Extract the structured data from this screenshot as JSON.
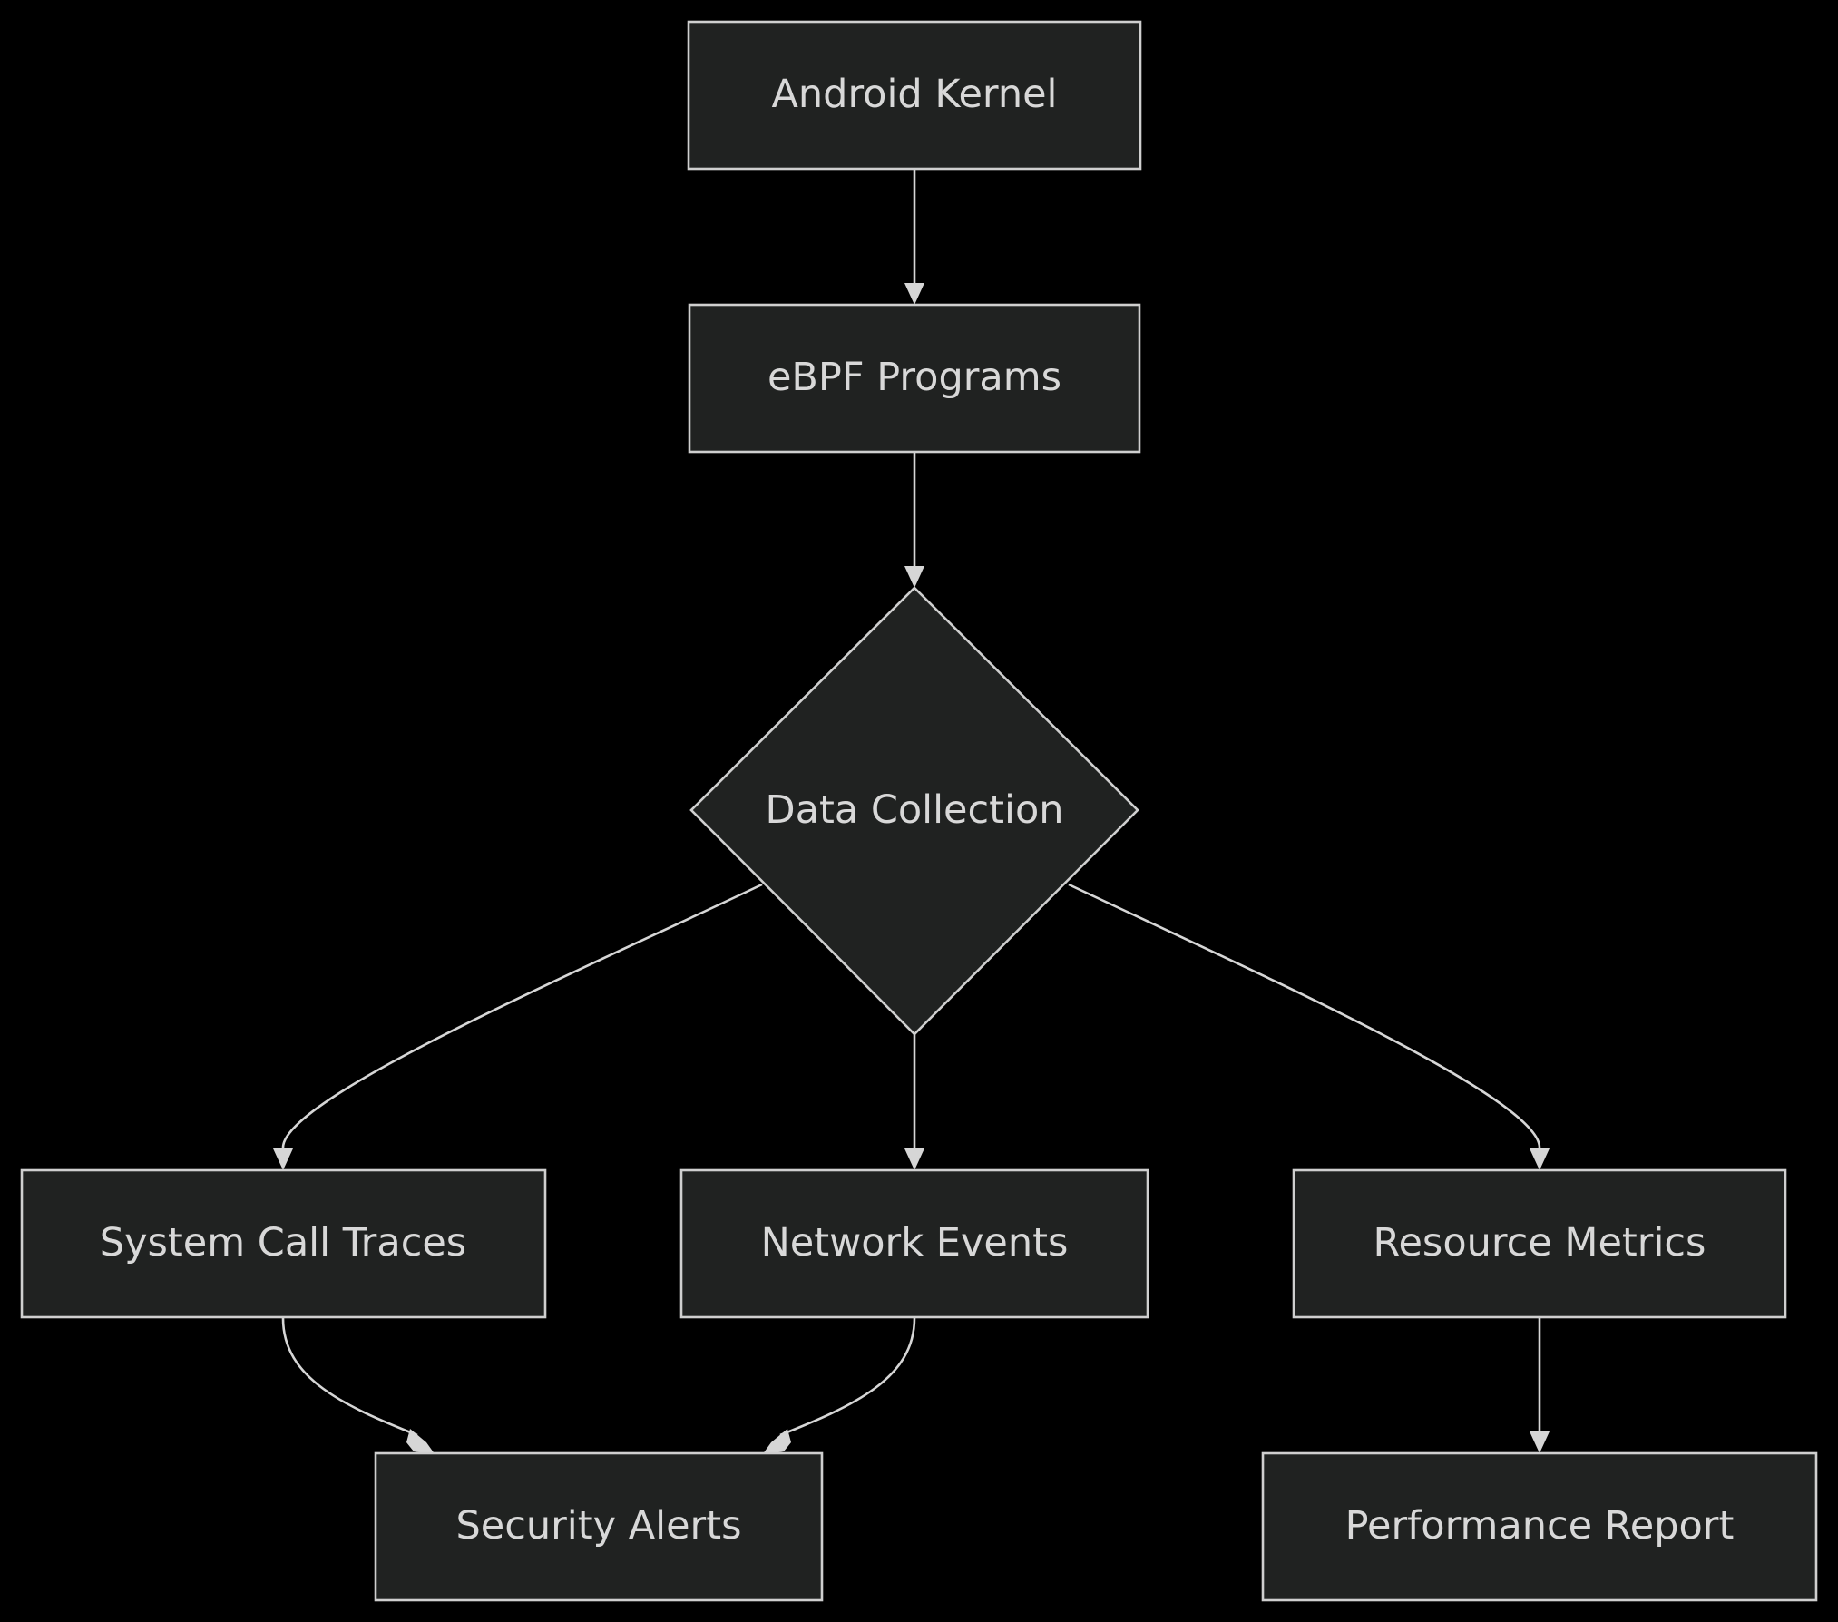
{
  "diagram": {
    "nodes": {
      "android_kernel": "Android Kernel",
      "ebpf_programs": "eBPF Programs",
      "data_collection": "Data Collection",
      "system_call_traces": "System Call Traces",
      "network_events": "Network Events",
      "resource_metrics": "Resource Metrics",
      "security_alerts": "Security Alerts",
      "performance_report": "Performance Report"
    },
    "colors": {
      "background": "#000000",
      "node_fill": "#202221",
      "node_stroke": "#cfcfcf",
      "text": "#d8d8d8",
      "edge": "#d6d6d6"
    }
  }
}
